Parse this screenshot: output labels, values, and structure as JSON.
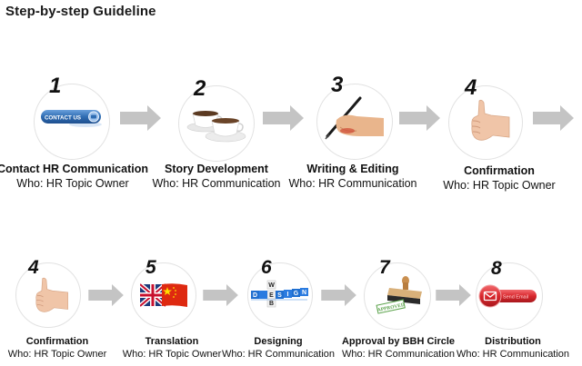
{
  "page": {
    "title": "Step-by-step Guideline"
  },
  "colors": {
    "arrow": "#c4c4c4",
    "circle_border": "#e2e2e2",
    "contact_blue": "#2f6db3",
    "email_red": "#d8272d",
    "design_blue": "#1f6fd0",
    "stamp_green": "#5aa24a"
  },
  "rows": [
    {
      "steps": [
        {
          "number": "1",
          "title": "Contact  HR Communication",
          "who": "Who: HR Topic Owner",
          "icon": "contact-us-button-icon",
          "icon_text": "CONTACT US"
        },
        {
          "number": "2",
          "title": "Story Development",
          "who": "Who: HR Communication",
          "icon": "coffee-cups-icon"
        },
        {
          "number": "3",
          "title": "Writing & Editing",
          "who": "Who: HR Communication",
          "icon": "hand-writing-pen-icon"
        },
        {
          "number": "4",
          "title": "Confirmation",
          "who": "Who: HR Topic Owner",
          "icon": "thumbs-up-icon"
        }
      ]
    },
    {
      "steps": [
        {
          "number": "4",
          "title": "Confirmation",
          "who": "Who: HR Topic Owner",
          "icon": "thumbs-up-icon"
        },
        {
          "number": "5",
          "title": "Translation",
          "who": "Who: HR Topic Owner",
          "icon": "uk-china-flags-icon"
        },
        {
          "number": "6",
          "title": "Designing",
          "who": "Who: HR Communication",
          "icon": "web-design-blocks-icon",
          "icon_text_h": "DESIGN",
          "icon_text_v": "WEB"
        },
        {
          "number": "7",
          "title": "Approval by BBH Circle",
          "who": "Who: HR Communication",
          "icon": "approved-stamp-icon",
          "icon_text": "APPROVED"
        },
        {
          "number": "8",
          "title": "Distribution",
          "who": "Who: HR Communication",
          "icon": "send-email-button-icon",
          "icon_text": "Send Email"
        }
      ]
    }
  ]
}
